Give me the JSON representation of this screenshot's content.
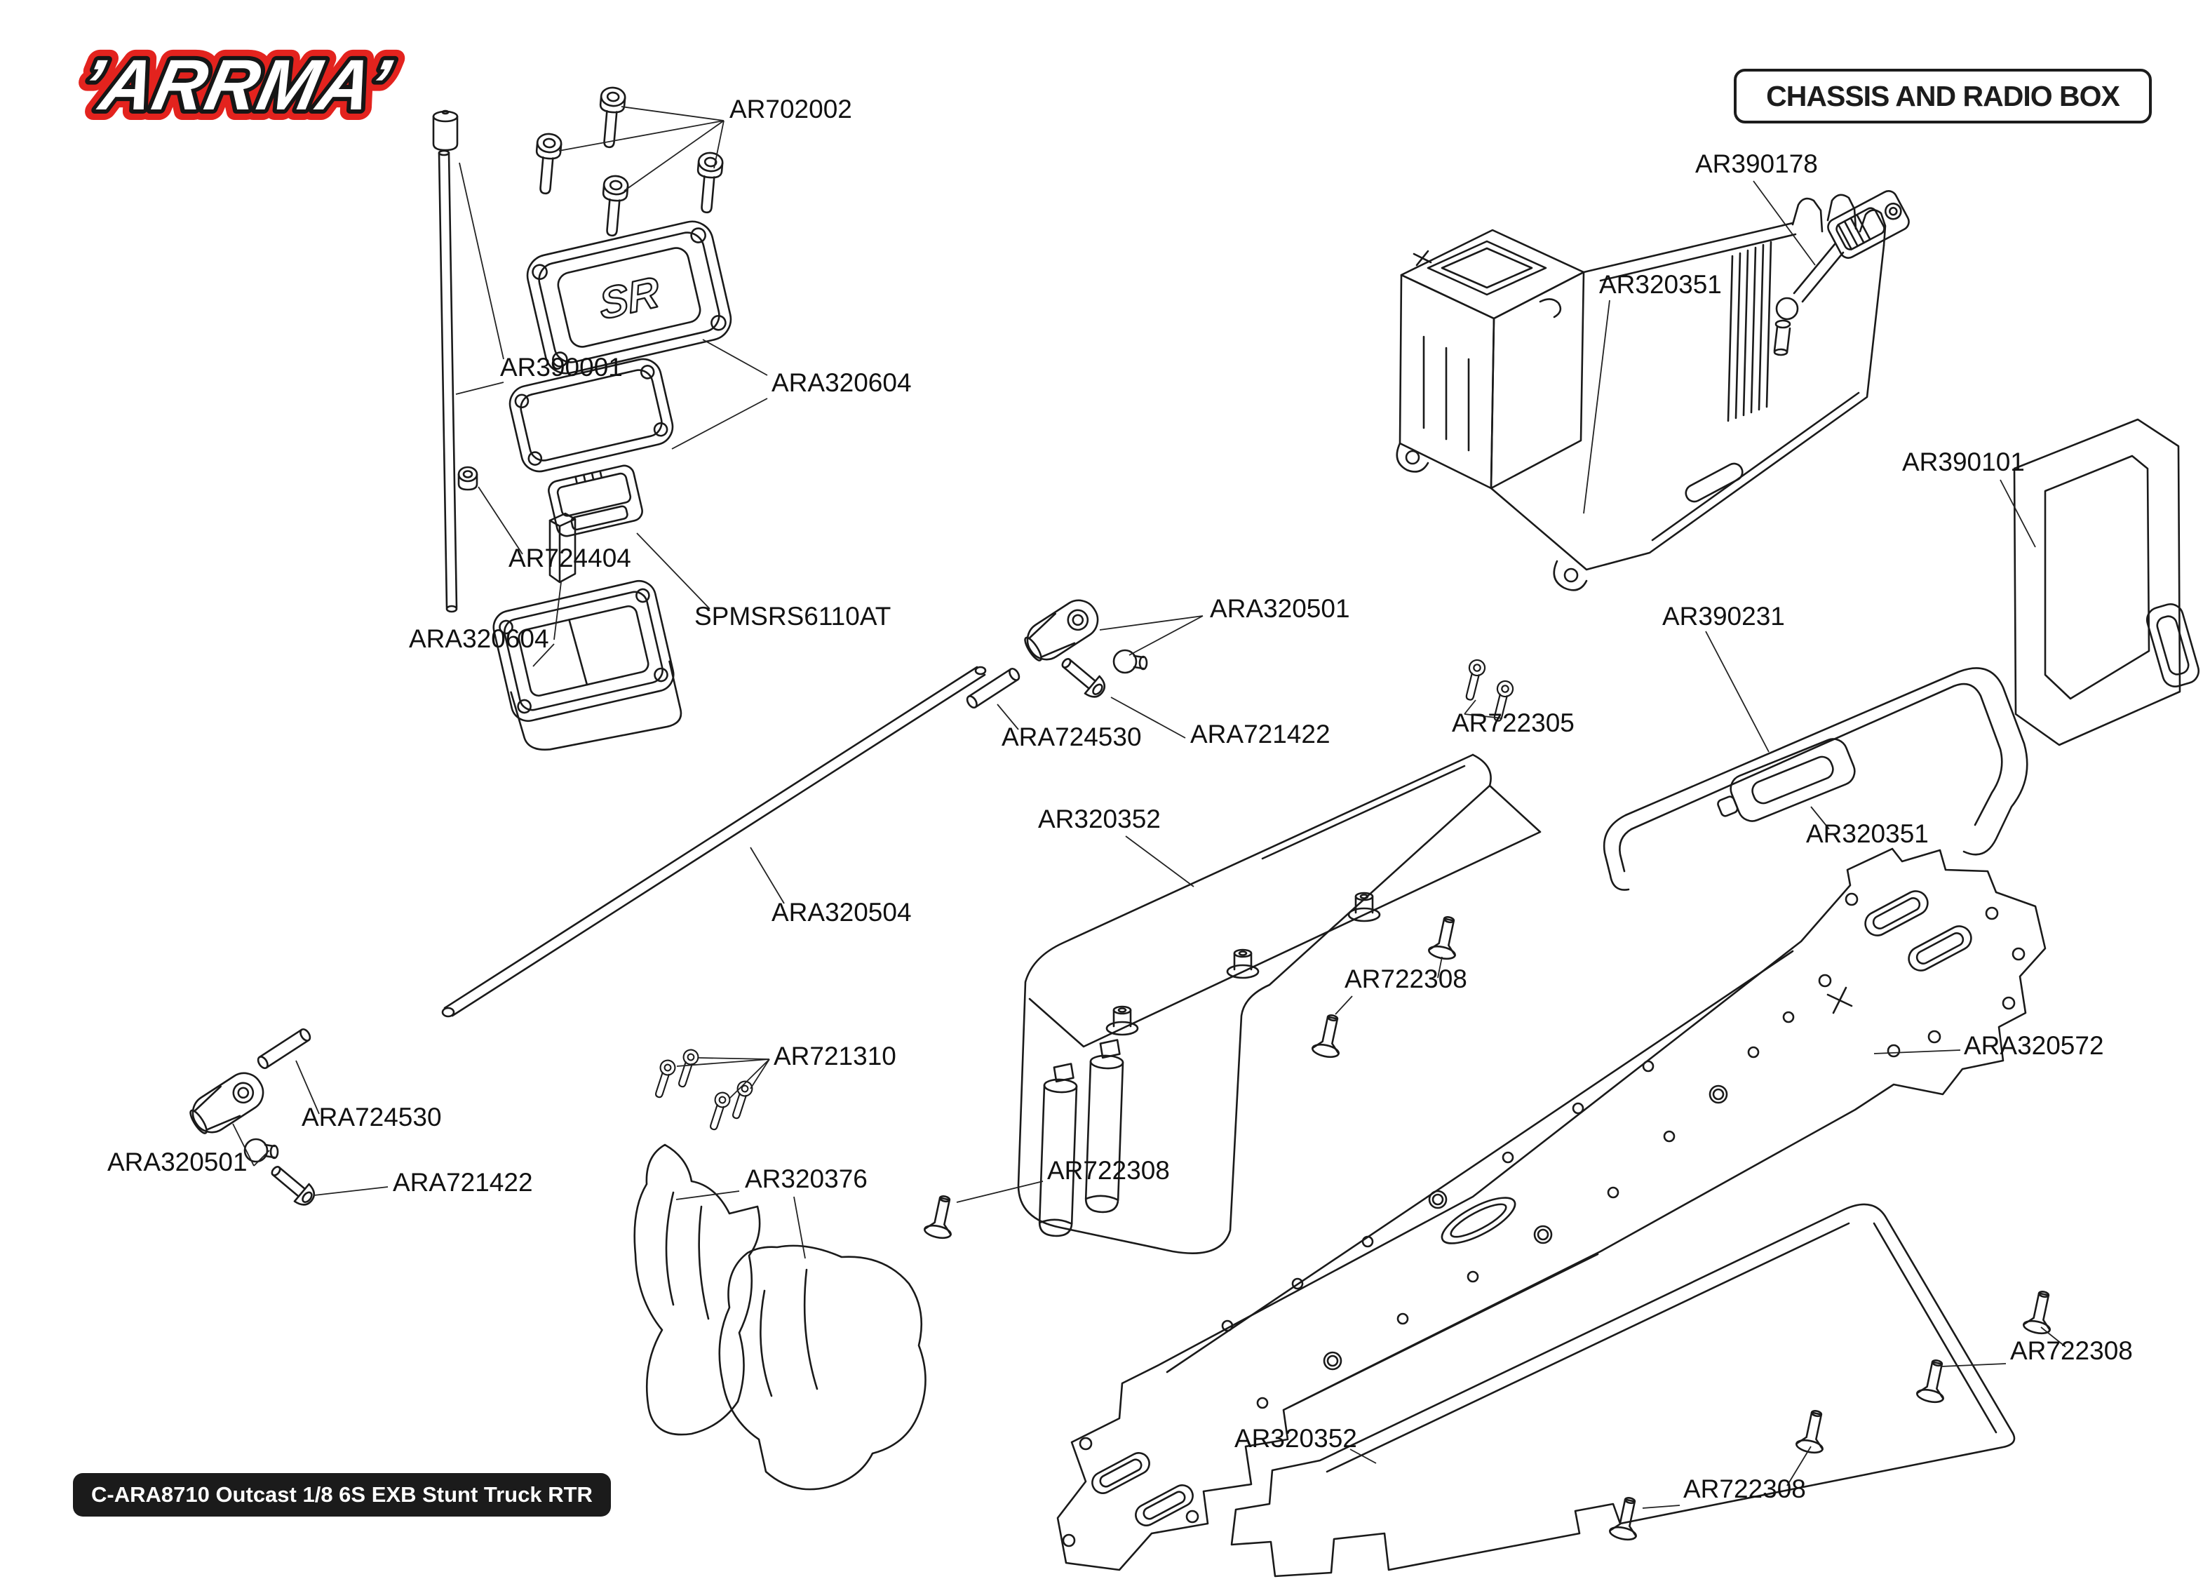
{
  "brand_logo_text": "’ARRMA’",
  "title_box": {
    "text": "CHASSIS AND RADIO BOX"
  },
  "footer_box": {
    "text": "C-ARA8710 Outcast 1/8 6S EXB Stunt Truck RTR"
  },
  "cover_logo_text": "SR",
  "colors": {
    "background": "#ffffff",
    "line": "#1a1a1a",
    "brand_red": "#e3231e",
    "footer_bg": "#1b1b1b"
  },
  "part_labels": [
    {
      "text": "AR702002"
    },
    {
      "text": "AR390178"
    },
    {
      "text": "AR320351"
    },
    {
      "text": "AR390101"
    },
    {
      "text": "AR390231"
    },
    {
      "text": "AR320351"
    },
    {
      "text": "AR722305"
    },
    {
      "text": "ARA320501"
    },
    {
      "text": "ARA724530"
    },
    {
      "text": "ARA721422"
    },
    {
      "text": "AR320352"
    },
    {
      "text": "ARA320504"
    },
    {
      "text": "AR390001"
    },
    {
      "text": "ARA320604"
    },
    {
      "text": "AR724404"
    },
    {
      "text": "SPMSRS6110AT"
    },
    {
      "text": "ARA320604"
    },
    {
      "text": "AR721310"
    },
    {
      "text": "ARA724530"
    },
    {
      "text": "ARA320501"
    },
    {
      "text": "ARA721422"
    },
    {
      "text": "AR320376"
    },
    {
      "text": "AR722308"
    },
    {
      "text": "AR722308"
    },
    {
      "text": "ARA320572"
    },
    {
      "text": "AR722308"
    },
    {
      "text": "AR320352"
    },
    {
      "text": "AR722308"
    }
  ]
}
